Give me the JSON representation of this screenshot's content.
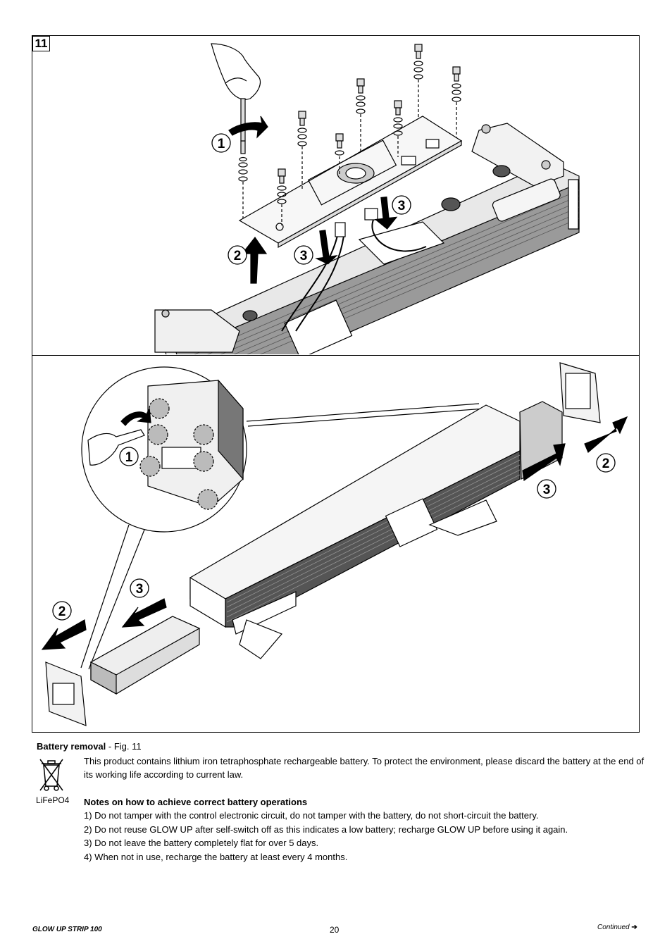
{
  "figure": {
    "number": "11",
    "callouts_top": [
      "1",
      "2",
      "3",
      "3"
    ],
    "callouts_bottom": [
      "1",
      "2",
      "3",
      "2",
      "3"
    ]
  },
  "section": {
    "title": "Battery removal",
    "fig_ref": " - Fig. 11",
    "intro": "This product contains lithium iron tetraphosphate rechargeable battery. To protect the environment, please discard the battery at the end of its working life according to current law.",
    "icon_label": "LiFePO4",
    "notes_title": "Notes on how to achieve correct battery operations",
    "notes": [
      "1) Do not tamper with the control electronic circuit, do not tamper with the battery, do not short-circuit the battery.",
      "2) Do not reuse GLOW UP after self-switch off as this indicates a low battery; recharge GLOW UP before using it again.",
      "3) Do not leave the battery completely flat for over 5 days.",
      "4) When not in use, recharge the battery at least every 4 months."
    ]
  },
  "footer": {
    "product": "GLOW UP STRIP 100",
    "page": "20",
    "continued": "Continued",
    "arrow": "➔"
  },
  "icons": [
    "screwdriver-icon",
    "rotate-arrow-icon",
    "recycle-bin-crossed-icon"
  ]
}
